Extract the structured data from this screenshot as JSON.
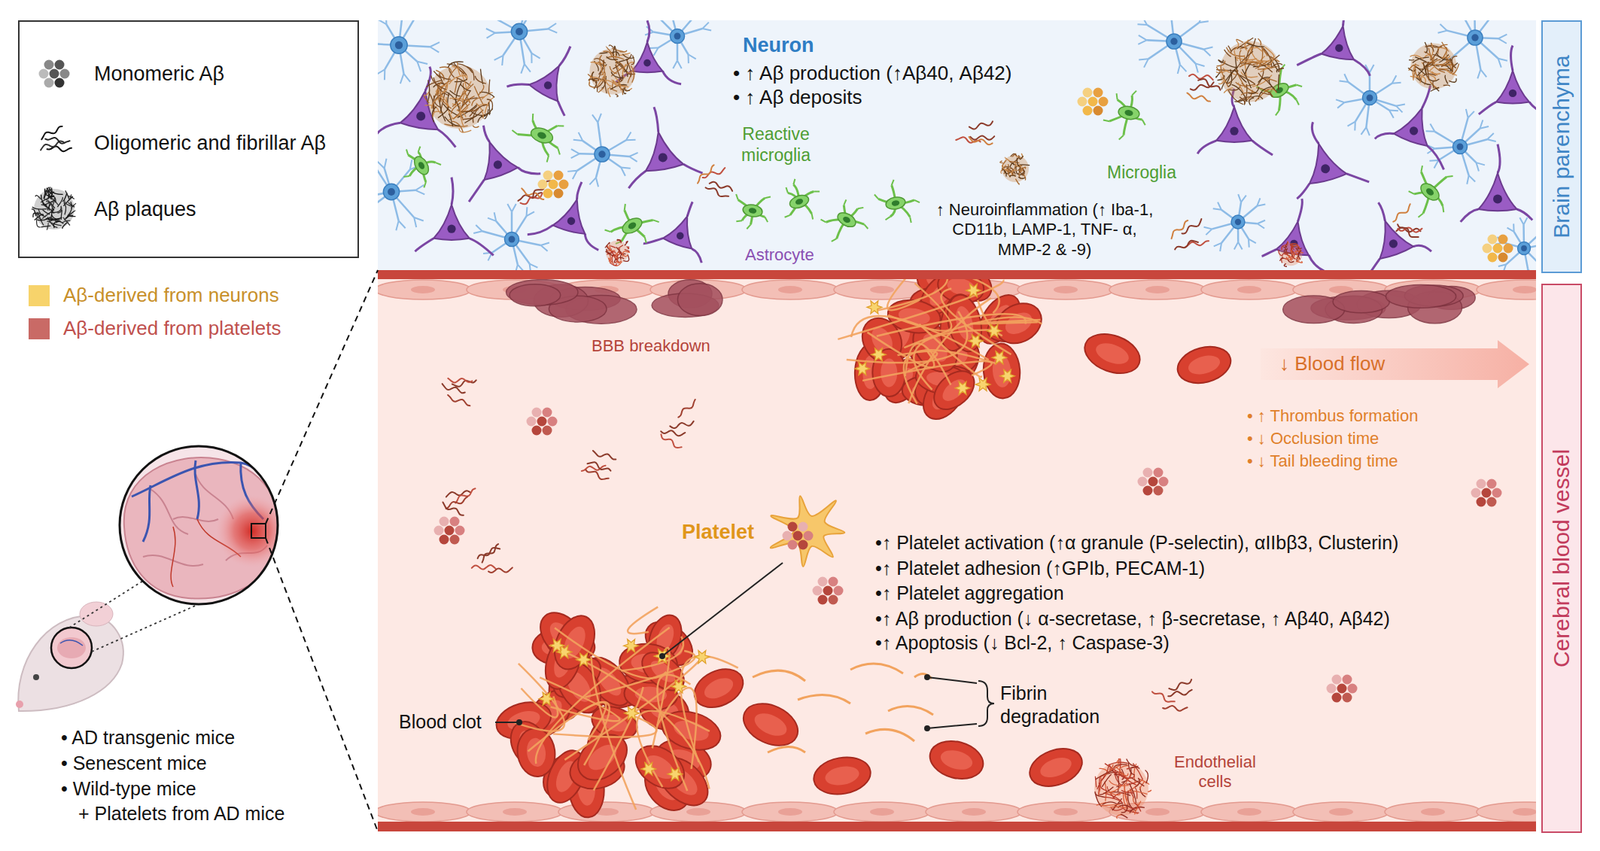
{
  "diagram": {
    "nodes": [
      {
        "text": [
          "Brain parenchyma"
        ]
      },
      {
        "text": [
          "Cerebral blood vessel"
        ]
      }
    ],
    "labels": [
      "Neuron",
      "• ↑ Aβ production (↑Aβ40, Aβ42)",
      "• ↑ Aβ deposits",
      "Reactive microglia",
      "Microglia",
      "↑ Neuroinflammation (↑ Iba-1, CD11b, LAMP-1, TNF- α, MMP-2 & -9)",
      "Astrocyte",
      "BBB breakdown",
      "↓ Blood flow",
      "• ↑ Thrombus formation",
      "• ↓ Occlusion time",
      "• ↓ Tail bleeding time",
      "Platelet",
      "•↑ Platelet activation (↑α granule (P-selectin), αIIbβ3, Clusterin)",
      "•↑ Platelet adhesion (↑GPIb, PECAM-1)",
      "•↑ Platelet aggregation",
      "•↑ Aβ production (↓ α-secretase, ↑ β-secretase, ↑ Aβ40, Aβ42)",
      "•↑ Apoptosis (↓ Bcl-2, ↑ Caspase-3)",
      "Blood clot",
      "Fibrin degradation",
      "Endothelial cells",
      "• AD transgenic mice",
      "• Senescent mice",
      "• Wild-type mice",
      "+ Platelets from AD mice"
    ],
    "legend": [
      {
        "text": "Monomeric Aβ"
      },
      {
        "text": "Oligomeric and fibrillar Aβ"
      },
      {
        "text": "Aβ plaques"
      },
      {
        "text": "Aβ-derived from neurons",
        "color": "#f7d36b"
      },
      {
        "text": "Aβ-derived from platelets",
        "color": "#c96a66"
      }
    ]
  }
}
